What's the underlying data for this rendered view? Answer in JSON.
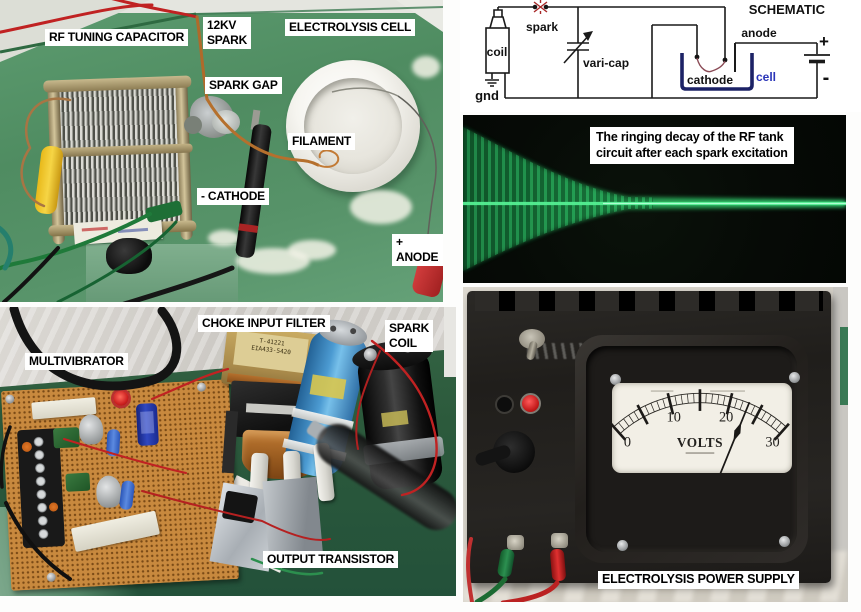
{
  "collage": {
    "rig": {
      "labels": {
        "rf_tuning_capacitor": "RF TUNING CAPACITOR",
        "spark_12kv": "12KV\nSPARK",
        "electrolysis_cell": "ELECTROLYSIS CELL",
        "spark_gap": "SPARK GAP",
        "filament": "FILAMENT",
        "cathode": "- CATHODE",
        "anode": "+ ANODE"
      }
    },
    "schematic": {
      "title": "SCHEMATIC",
      "labels": {
        "spark": "spark",
        "coil": "coil",
        "gnd": "gnd",
        "vari_cap": "vari-cap",
        "anode": "anode",
        "cathode": "cathode",
        "cell": "cell",
        "battery_plus": "+",
        "battery_minus": "-"
      },
      "colors": {
        "line": "#1a1a1a",
        "cell": "#1c2266",
        "cell_text": "#2a35b8",
        "spark": "#a82828",
        "cathode_wire": "#8a4a55"
      }
    },
    "scope": {
      "caption": "The ringing decay of the RF tank\ncircuit after each spark excitation",
      "trace_color": "#3fe47e"
    },
    "driver": {
      "labels": {
        "multivibrator": "MULTIVIBRATOR",
        "choke_input_filter": "CHOKE INPUT FILTER",
        "spark_coil": "SPARK\nCOIL",
        "output_transistor": "OUTPUT TRANSISTOR"
      },
      "choke_marking": "T-41221\nEIA433-5420"
    },
    "power_supply": {
      "label": "ELECTROLYSIS POWER SUPPLY",
      "meter": {
        "unit": "VOLTS",
        "min": 0,
        "max": 30,
        "major_step": 5,
        "minor_step": 1,
        "needle_value": 23,
        "numbers": [
          {
            "value": 0,
            "label": "0"
          },
          {
            "value": 10,
            "label": "10"
          },
          {
            "value": 20,
            "label": "20"
          },
          {
            "value": 30,
            "label": "30"
          }
        ]
      }
    }
  }
}
